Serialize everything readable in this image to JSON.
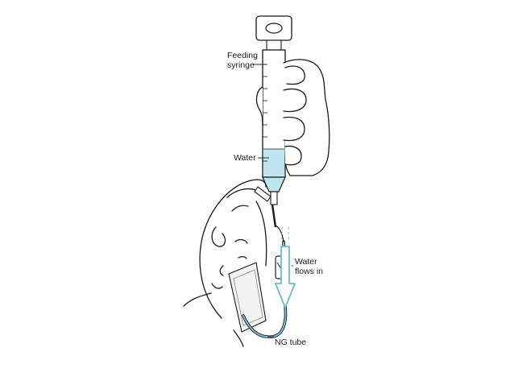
{
  "labels": {
    "feeding_syringe_line1": "Feeding",
    "feeding_syringe_line2": "syringe",
    "water": "Water",
    "water_flows_line1": "Water",
    "water_flows_line2": "flows in",
    "ng_tube": "NG tube"
  },
  "colors": {
    "water": "#bfe6f0",
    "tube": "#7fc6d8",
    "arrow": "#6fb9cf",
    "ink": "#1a1a1a"
  }
}
